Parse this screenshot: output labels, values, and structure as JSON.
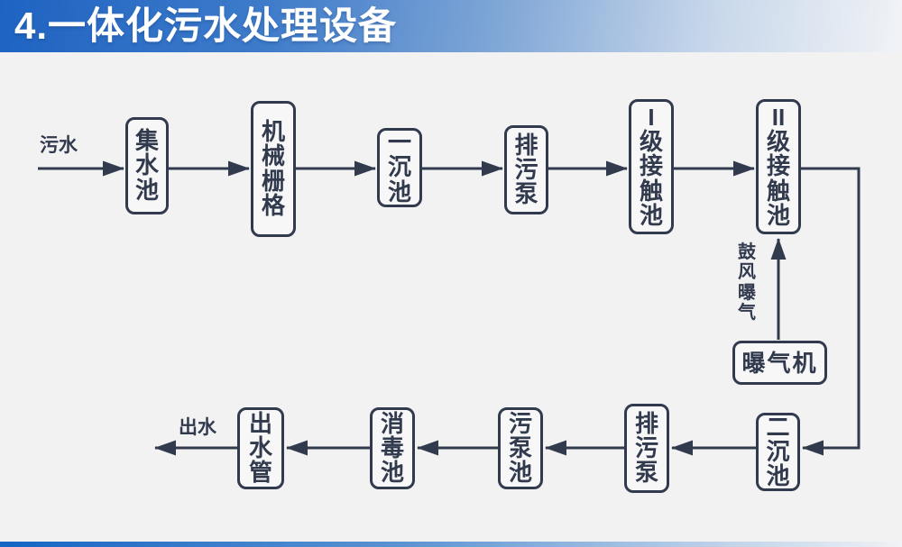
{
  "slide": {
    "title": "4.一体化污水处理设备",
    "colors": {
      "ink": "#323a4e",
      "header_blue": "#1e63c2",
      "background": "#f2f2f3"
    }
  },
  "flow": {
    "input_label": "污水",
    "output_label": "出水",
    "aeration_label": "鼓\n风\n曝\n气",
    "top_row": [
      {
        "name": "collecting-tank",
        "label": "集\n水\n池"
      },
      {
        "name": "mechanical-grid",
        "label": "机\n械\n栅\n格"
      },
      {
        "name": "primary-sedimentation-tank",
        "label": "一\n沉\n池"
      },
      {
        "name": "sewage-pump-1",
        "label": "排\n污\n泵"
      },
      {
        "name": "level-1-contact-tank",
        "label": "I\n级\n接\n触\n池"
      },
      {
        "name": "level-2-contact-tank",
        "label": "II\n级\n接\n触\n池"
      }
    ],
    "bottom_row": [
      {
        "name": "secondary-sedimentation-tank",
        "label": "二\n沉\n池"
      },
      {
        "name": "sewage-pump-2",
        "label": "排\n污\n泵"
      },
      {
        "name": "sludge-pump-tank",
        "label": "污\n泵\n池"
      },
      {
        "name": "disinfection-tank",
        "label": "消\n毒\n池"
      },
      {
        "name": "outlet-pipe",
        "label": "出\n水\n管"
      }
    ],
    "aerator": {
      "label": "曝气机"
    }
  }
}
